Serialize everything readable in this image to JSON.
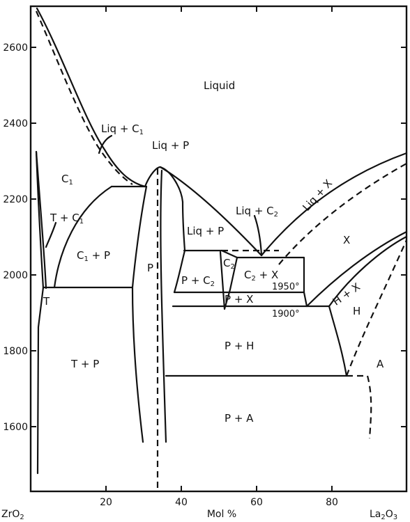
{
  "axes": {
    "x_ticks": [
      "20",
      "40",
      "60",
      "80"
    ],
    "y_ticks": [
      "2600",
      "2400",
      "2200",
      "2000",
      "1800",
      "1600"
    ],
    "x_title": "Mol %",
    "left_endpoint": {
      "main": "ZrO",
      "sub": "2"
    },
    "right_endpoint": {
      "main": "La",
      "sub1": "2",
      "mid": "O",
      "sub2": "3"
    }
  },
  "regions": {
    "liquid": "Liquid",
    "liq_c1": {
      "main": "Liq + C",
      "sub": "1"
    },
    "liq_p_top": "Liq + P",
    "c1": {
      "main": "C",
      "sub": "1"
    },
    "t_c1": {
      "main": "T + C",
      "sub": "1"
    },
    "c1_p": {
      "main": "C",
      "sub": "1",
      "rest": " + P"
    },
    "t": "T",
    "t_p": "T + P",
    "p": "P",
    "liq_p_mid": "Liq + P",
    "liq_c2": {
      "main": "Liq + C",
      "sub": "2"
    },
    "c2": {
      "main": "C",
      "sub": "2"
    },
    "p_c2": {
      "main": "P + C",
      "sub": "2"
    },
    "c2_x": {
      "main": "C",
      "sub": "2",
      "rest": " + X"
    },
    "p_x": "P + X",
    "liq_x": "Liq + X",
    "x": "X",
    "h_x": "H + X",
    "h": "H",
    "p_h": "P + H",
    "a": "A",
    "p_a": "P + A"
  },
  "isotherms": {
    "t1950": "1950°",
    "t1900": "1900°"
  }
}
